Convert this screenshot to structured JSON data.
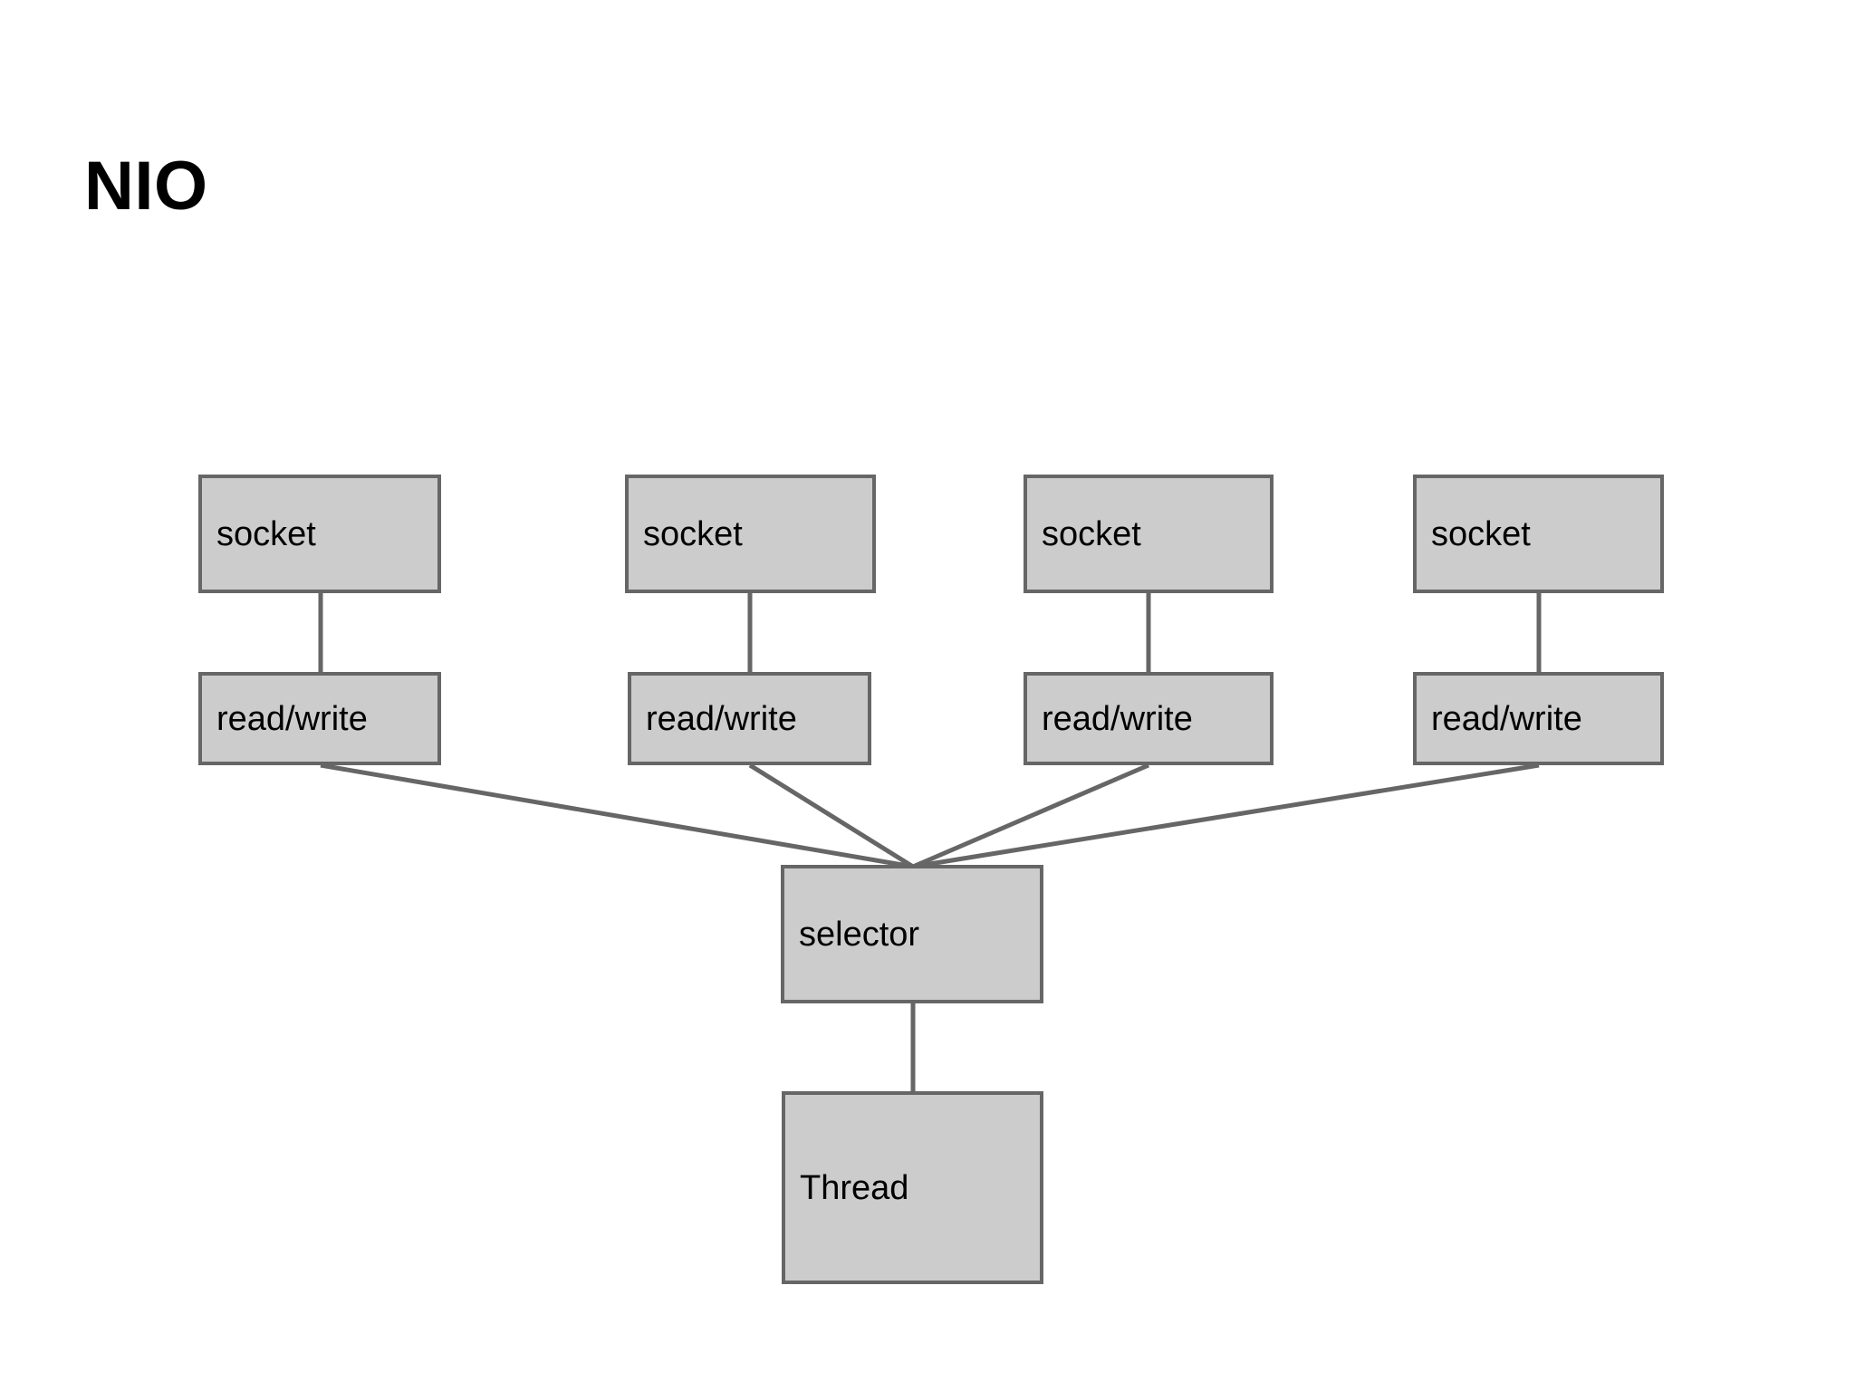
{
  "page": {
    "title": "NIO",
    "background_color": "#ffffff",
    "node_fill_color": "#cccccc",
    "node_border_color": "#666666",
    "edge_color": "#666666",
    "text_color": "#000000"
  },
  "diagram": {
    "type": "node-link-diagram",
    "columns": [
      {
        "socket_label": "socket",
        "rw_label": "read/write"
      },
      {
        "socket_label": "socket",
        "rw_label": "read/write"
      },
      {
        "socket_label": "socket",
        "rw_label": "read/write"
      },
      {
        "socket_label": "socket",
        "rw_label": "read/write"
      }
    ],
    "selector_label": "selector",
    "thread_label": "Thread",
    "edges": [
      {
        "from": "socket-1",
        "to": "read-write-1"
      },
      {
        "from": "socket-2",
        "to": "read-write-2"
      },
      {
        "from": "socket-3",
        "to": "read-write-3"
      },
      {
        "from": "socket-4",
        "to": "read-write-4"
      },
      {
        "from": "read-write-1",
        "to": "selector"
      },
      {
        "from": "read-write-2",
        "to": "selector"
      },
      {
        "from": "read-write-3",
        "to": "selector"
      },
      {
        "from": "read-write-4",
        "to": "selector"
      },
      {
        "from": "selector",
        "to": "thread"
      }
    ]
  }
}
